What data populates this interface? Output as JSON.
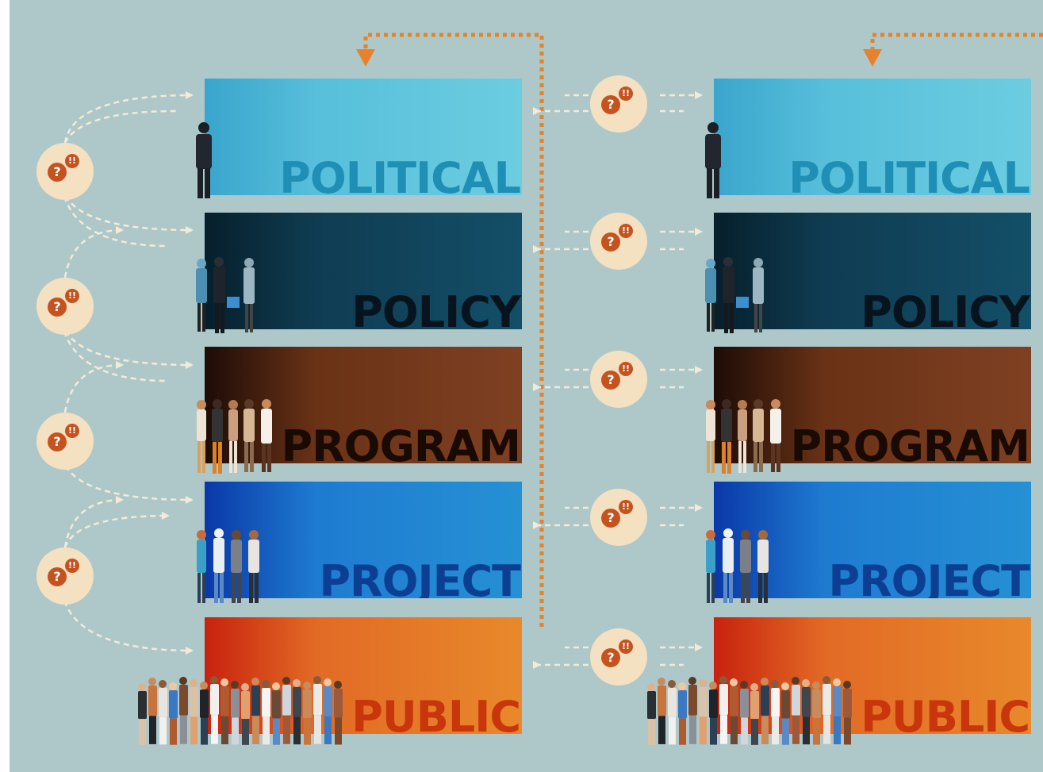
{
  "diagram": {
    "layers": [
      {
        "name": "political",
        "label": "POLITICAL"
      },
      {
        "name": "policy",
        "label": "POLICY"
      },
      {
        "name": "program",
        "label": "PROGRAM"
      },
      {
        "name": "project",
        "label": "PROJECT"
      },
      {
        "name": "public",
        "label": "PUBLIC"
      }
    ],
    "bubble_glyphs": {
      "question": "?",
      "exclaim": "!!"
    },
    "colors": {
      "background": "#aec8c9",
      "feedback_arrow": "#e8812b",
      "dialogue_arrow": "#f4ead8",
      "bubble": "#f4e1c2",
      "bubble_mark": "#c4531f"
    },
    "icons": [
      "person-figure-icon",
      "group-of-people-icon",
      "question-exclamation-bubble-icon"
    ]
  }
}
